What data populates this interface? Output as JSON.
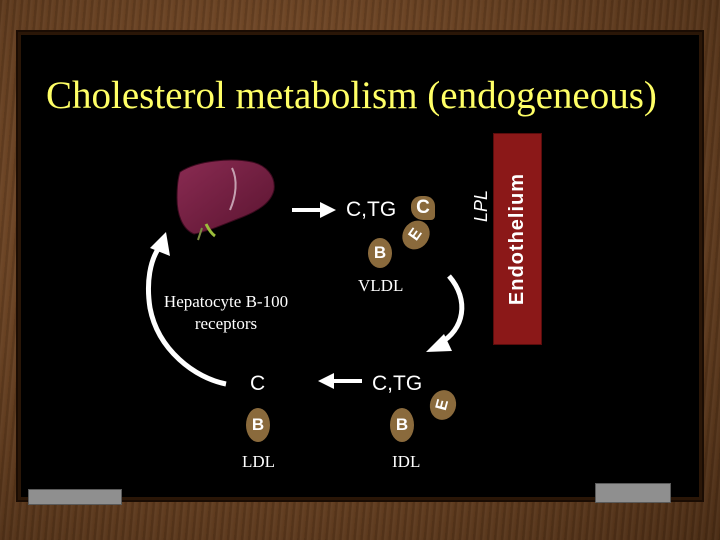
{
  "title": "Cholesterol metabolism (endogeneous)",
  "endothelium_label": "Endothelium",
  "lpl_label": "LPL",
  "hepatocyte_label_line1": "Hepatocyte B-100",
  "hepatocyte_label_line2": "receptors",
  "vldl": {
    "core": "C,TG",
    "apo_c": "C",
    "apo_e": "E",
    "apo_b": "B",
    "name": "VLDL"
  },
  "idl": {
    "core": "C,TG",
    "apo_e": "E",
    "apo_b": "B",
    "name": "IDL"
  },
  "ldl": {
    "core": "C",
    "apo_b": "B",
    "name": "LDL"
  },
  "colors": {
    "title": "#ffff66",
    "endothelium": "#8b1818",
    "apoprotein": "#8a6a3c",
    "liver": "#6b1d3a",
    "frame": "#6b4323"
  },
  "icons": [
    "liver-icon",
    "arrow-right-icon",
    "arrow-left-icon",
    "curved-arrow-down-icon",
    "curved-arrow-up-icon"
  ]
}
